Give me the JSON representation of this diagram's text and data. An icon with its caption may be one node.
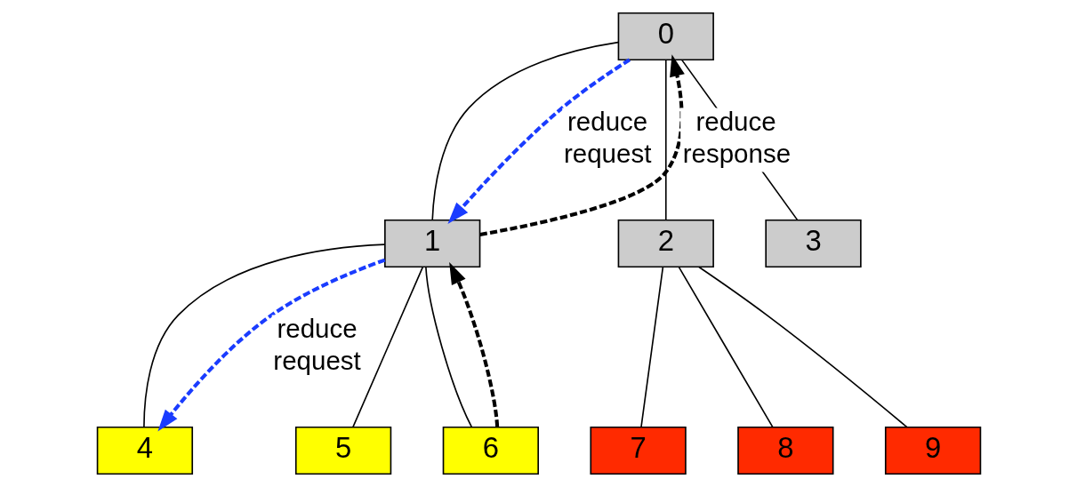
{
  "diagram": {
    "nodes": [
      {
        "text": [
          "0"
        ]
      },
      {
        "text": [
          "1"
        ]
      },
      {
        "text": [
          "2"
        ]
      },
      {
        "text": [
          "3"
        ]
      },
      {
        "text": [
          "4"
        ]
      },
      {
        "text": [
          "5"
        ]
      },
      {
        "text": [
          "6"
        ]
      },
      {
        "text": [
          "7"
        ]
      },
      {
        "text": [
          "8"
        ]
      },
      {
        "text": [
          "9"
        ]
      }
    ],
    "edges": [
      {
        "from": 0,
        "to": 1,
        "arrow": "none"
      },
      {
        "from": 0,
        "to": 2,
        "arrow": "none"
      },
      {
        "from": 0,
        "to": 3,
        "arrow": "none"
      },
      {
        "from": 1,
        "to": 4,
        "arrow": "none"
      },
      {
        "from": 1,
        "to": 5,
        "arrow": "none"
      },
      {
        "from": 1,
        "to": 6,
        "arrow": "none"
      },
      {
        "from": 2,
        "to": 7,
        "arrow": "none"
      },
      {
        "from": 2,
        "to": 8,
        "arrow": "none"
      },
      {
        "from": 2,
        "to": 9,
        "arrow": "none"
      },
      {
        "from": 0,
        "to": 1,
        "arrow": "to",
        "label": "reduce request",
        "style": "dashed",
        "color": "#1a3cff"
      },
      {
        "from": 1,
        "to": 4,
        "arrow": "to",
        "label": "reduce request",
        "style": "dashed",
        "color": "#1a3cff"
      },
      {
        "from": 1,
        "to": 0,
        "arrow": "to",
        "label": "reduce response",
        "style": "dashed"
      },
      {
        "from": 6,
        "to": 1,
        "arrow": "to",
        "style": "dashed"
      }
    ]
  }
}
